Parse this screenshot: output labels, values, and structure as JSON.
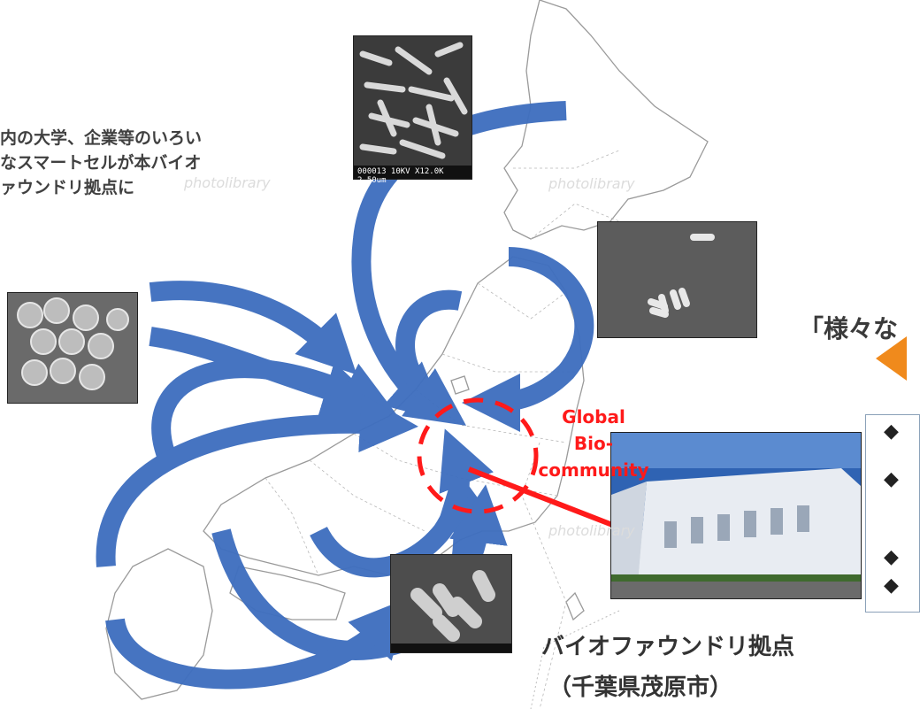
{
  "intro_text": {
    "line1": "内の大学、企業等のいろい",
    "line2": "なスマートセルが本バイオ",
    "line3": "ァウンドリ拠点に"
  },
  "heading_right": "「様々な",
  "community_label": {
    "line1": "Global",
    "line2": "Bio-",
    "line3": "community"
  },
  "foundry": {
    "name": "バイオファウンドリ拠点",
    "city": "（千葉県茂原市）"
  },
  "bullets": [
    "◆",
    "◆",
    "◆",
    "◆"
  ],
  "photos": {
    "sem_top_caption": "000013 10KV X12.0K 2.50um"
  },
  "watermarks": [
    "photolibrary",
    "photolibrary",
    "photolibrary"
  ],
  "colors": {
    "arrow_blue": "#3f6fbf",
    "arrow_edge": "#2a4f95",
    "community_red": "#ff1a1a",
    "orange_accent": "#f08a1c"
  }
}
